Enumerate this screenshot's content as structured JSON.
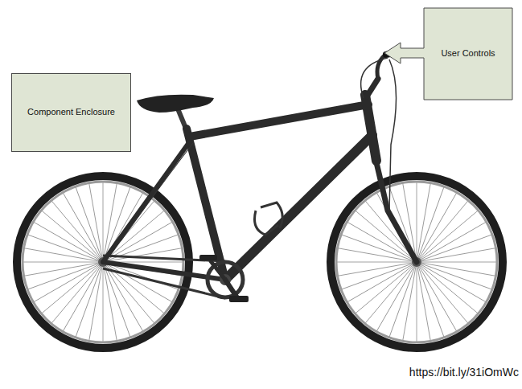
{
  "diagram": {
    "nodes": [
      {
        "text": [
          "Component Enclosure"
        ]
      },
      {
        "text": [
          "User Controls"
        ]
      }
    ],
    "labels": [
      "https://bit.ly/31iOmWc"
    ]
  }
}
